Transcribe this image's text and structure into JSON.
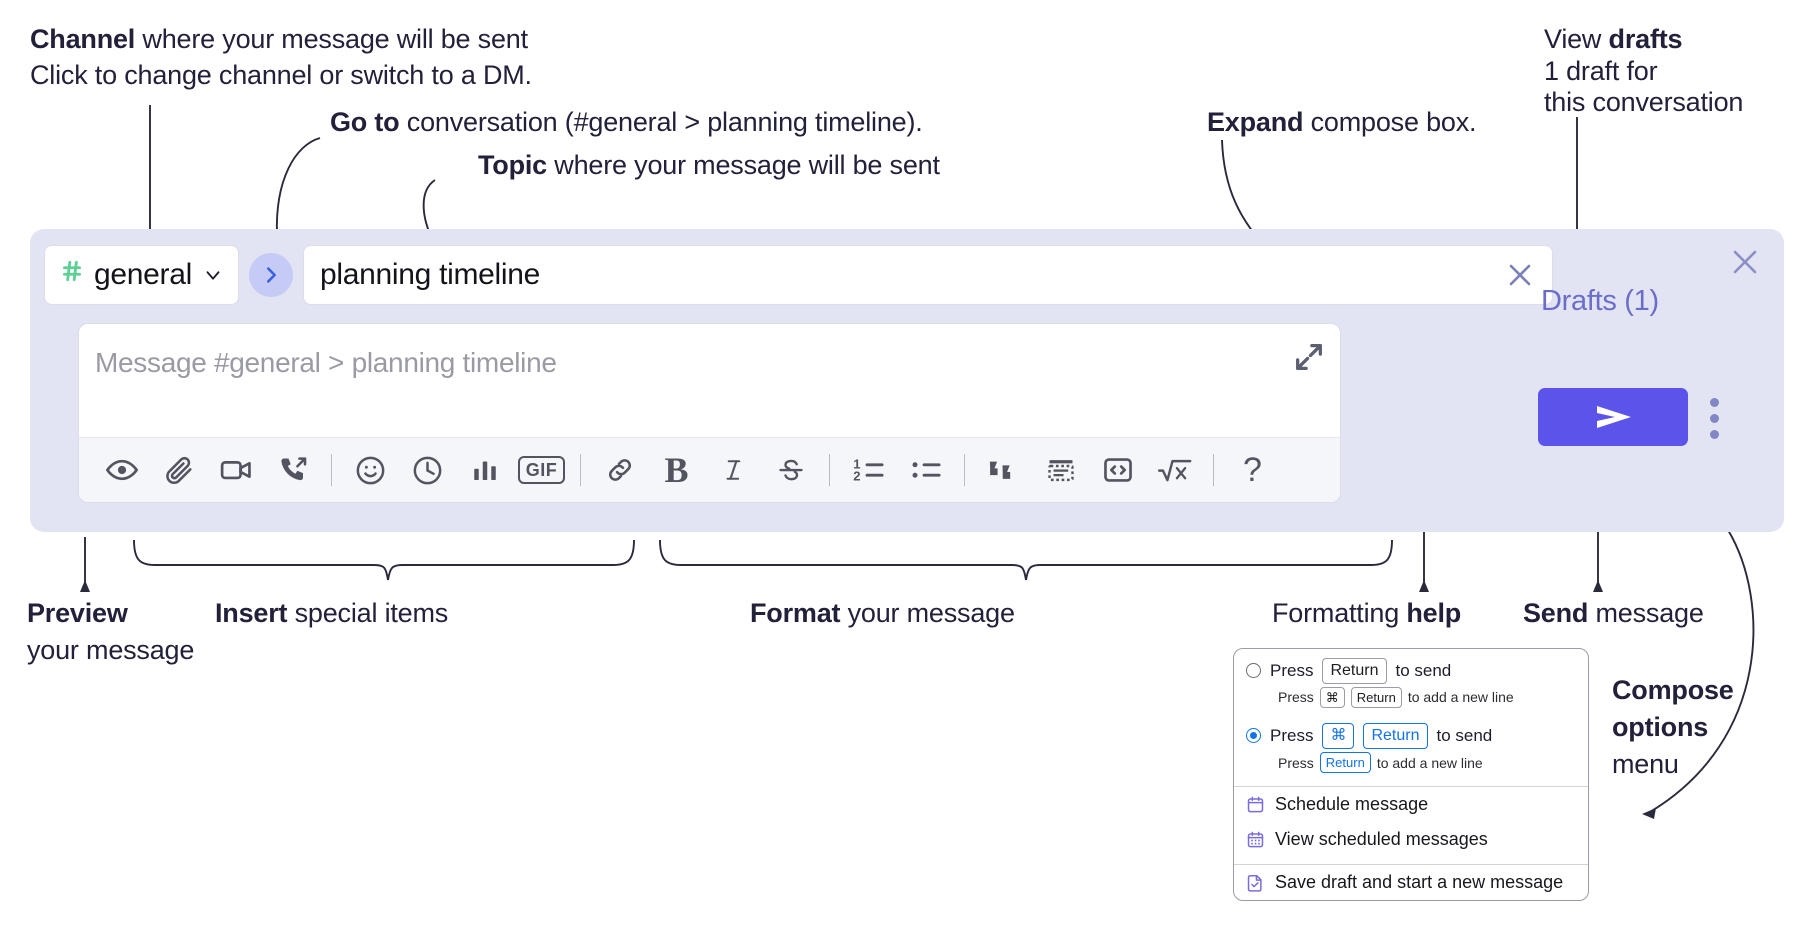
{
  "annotations": {
    "channel": {
      "bold": "Channel",
      "rest": " where your message will be sent",
      "sub": "Click to change channel or switch to a DM."
    },
    "goto": {
      "bold": "Go to",
      "rest": " conversation (#general > planning timeline)."
    },
    "topic": {
      "bold": "Topic",
      "rest": " where your message will be sent"
    },
    "expand": {
      "bold": "Expand",
      "rest": " compose box."
    },
    "drafts": {
      "bold": "drafts",
      "pre": "View ",
      "sub1": "1 draft for",
      "sub2": "this conversation"
    },
    "preview": {
      "bold": "Preview",
      "sub": "your message"
    },
    "insert": {
      "bold": "Insert",
      "rest": " special items"
    },
    "format": {
      "bold": "Format",
      "rest": " your message"
    },
    "help": {
      "pre": "Formatting ",
      "bold": "help"
    },
    "send": {
      "bold": "Send",
      "rest": " message"
    },
    "compose_options": {
      "bold1": "Compose",
      "bold2": "options",
      "rest": "menu"
    }
  },
  "compose": {
    "channel_hash": "#",
    "channel_name": "general",
    "topic_value": "planning timeline",
    "message_placeholder": "Message #general > planning timeline",
    "drafts_label": "Drafts (1)",
    "gif_label": "GIF",
    "bold_label": "B",
    "italic_label": "I",
    "help_label": "?"
  },
  "toolbar_icons": [
    "preview-eye-icon",
    "attachment-paperclip-icon",
    "video-camera-icon",
    "phone-call-icon",
    "divider",
    "emoji-smiley-icon",
    "clock-icon",
    "poll-bars-icon",
    "gif-icon",
    "divider",
    "link-icon",
    "bold-icon",
    "italic-icon",
    "strikethrough-icon",
    "divider",
    "ordered-list-icon",
    "bulleted-list-icon",
    "divider",
    "blockquote-icon",
    "code-block-icon",
    "code-inline-icon",
    "math-icon",
    "divider",
    "formatting-help-icon"
  ],
  "options_menu": {
    "option1": {
      "press": "Press",
      "key": "Return",
      "to_send": "to send",
      "sub_press": "Press",
      "sub_key1": "⌘",
      "sub_key2": "Return",
      "sub_tail": "to add a new line",
      "selected": false
    },
    "option2": {
      "press": "Press",
      "key1": "⌘",
      "key2": "Return",
      "to_send": "to send",
      "sub_press": "Press",
      "sub_key": "Return",
      "sub_tail": "to add a new line",
      "selected": true
    },
    "items": [
      {
        "label": "Schedule message",
        "icon": "calendar-icon"
      },
      {
        "label": "View scheduled messages",
        "icon": "calendar-grid-icon"
      },
      {
        "label": "Save draft and start a new message",
        "icon": "document-check-icon"
      }
    ]
  },
  "colors": {
    "panel_bg": "#e2e3f3",
    "send_button": "#5b53ea",
    "hash_green": "#5ecf94",
    "drafts_purple": "#6b6ec9",
    "goto_bg": "#c5cbf5",
    "accent_blue": "#1473e6"
  }
}
